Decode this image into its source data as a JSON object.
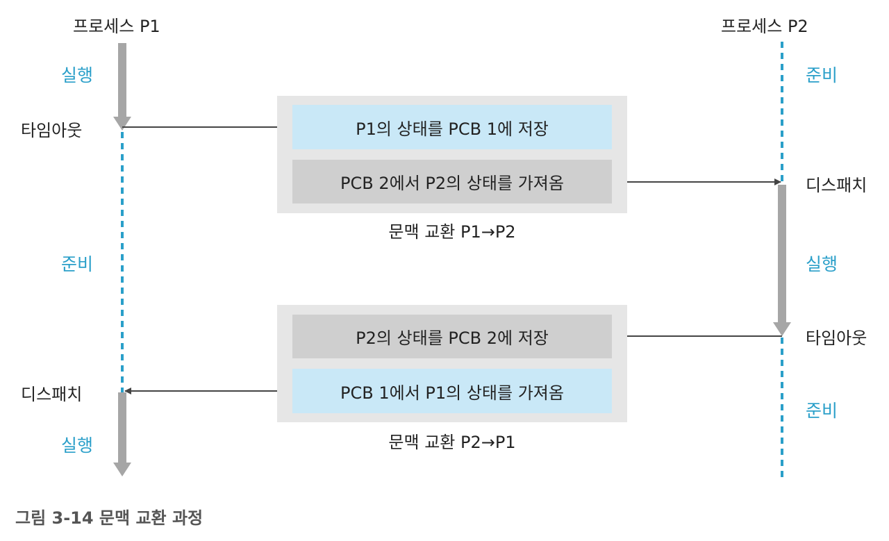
{
  "processes": {
    "p1": {
      "title": "프로세스 P1",
      "states": [
        "실행",
        "준비",
        "실행"
      ],
      "events": [
        "타임아웃",
        "디스패치"
      ]
    },
    "p2": {
      "title": "프로세스 P2",
      "states": [
        "준비",
        "실행",
        "준비"
      ],
      "events": [
        "디스패치",
        "타임아웃"
      ]
    }
  },
  "switch_1": {
    "steps": [
      "P1의 상태를 PCB 1에 저장",
      "PCB 2에서 P2의 상태를 가져옴"
    ],
    "caption": "문맥 교환 P1→P2"
  },
  "switch_2": {
    "steps": [
      "P2의 상태를 PCB 2에 저장",
      "PCB 1에서 P1의 상태를 가져옴"
    ],
    "caption": "문맥 교환 P2→P1"
  },
  "figure_caption": "그림 3-14 문맥 교환 과정",
  "colors": {
    "ready_line": "#2a9fc9",
    "running_arrow": "#a6a6a6",
    "group_bg": "#e6e6e6",
    "save_step_bg": "#c9e8f7",
    "load_step_bg": "#cfcfcf",
    "connector": "#444444"
  }
}
